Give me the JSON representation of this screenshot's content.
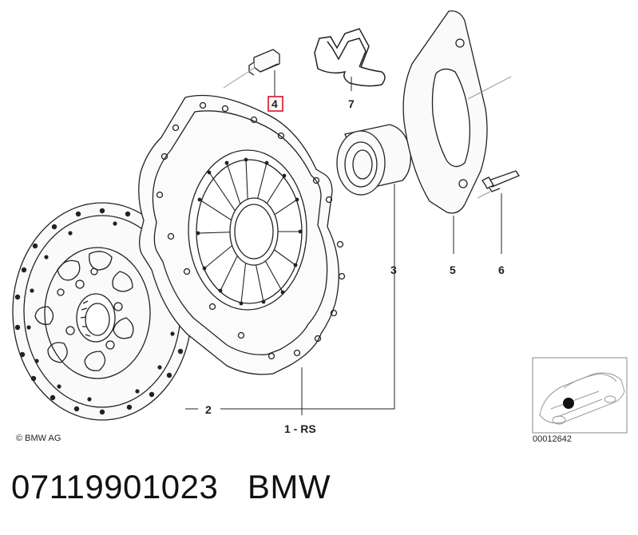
{
  "diagram": {
    "callouts": {
      "c1": "1 - RS",
      "c2": "2",
      "c3": "3",
      "c4": "4",
      "c5": "5",
      "c6": "6",
      "c7": "7"
    },
    "copyright": "© BMW AG",
    "image_number": "00012642",
    "highlight_color": "#e0283c"
  },
  "footer": {
    "part_number": "07119901023",
    "brand": "BMW"
  }
}
